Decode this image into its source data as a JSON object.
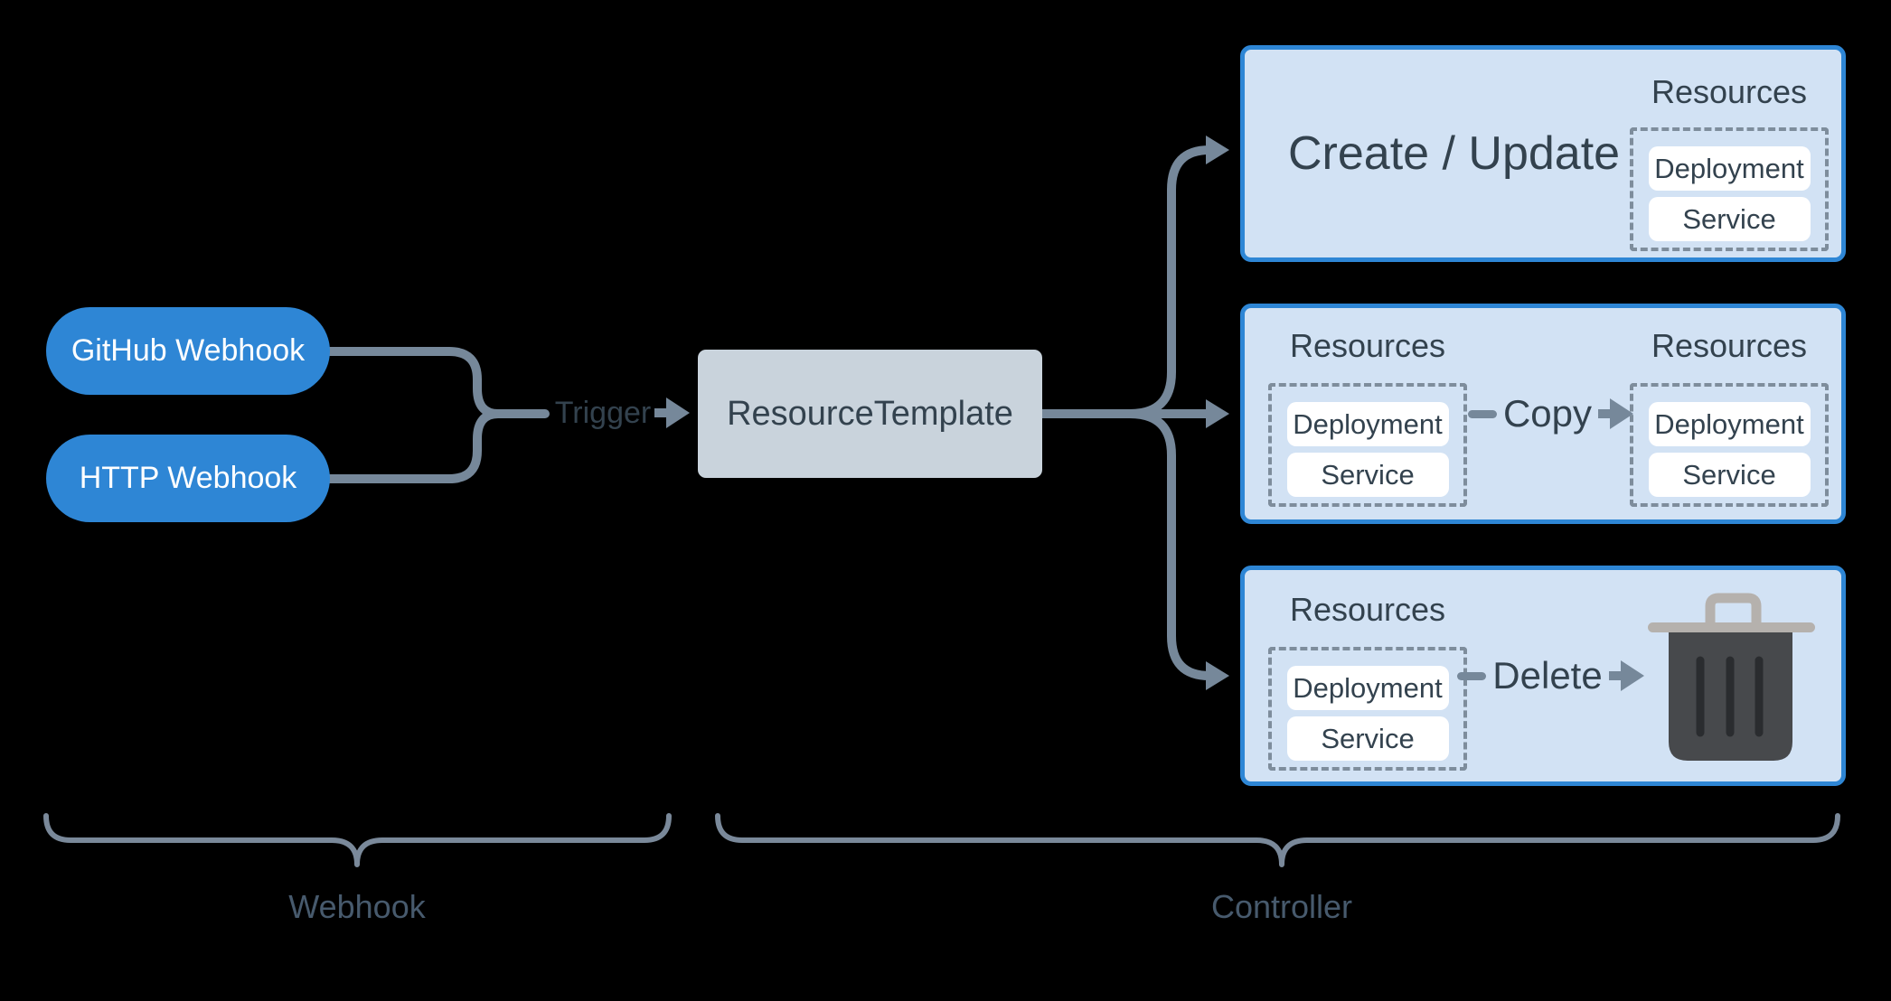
{
  "webhook_sources": [
    {
      "label": "GitHub Webhook"
    },
    {
      "label": "HTTP Webhook"
    }
  ],
  "trigger": {
    "label": "Trigger"
  },
  "template": {
    "label": "ResourceTemplate"
  },
  "controller": {
    "create_box": {
      "title": "Create / Update",
      "resources": {
        "label": "Resources",
        "items": [
          "Deployment",
          "Service"
        ]
      }
    },
    "copy_box": {
      "verb": "Copy",
      "source": {
        "label": "Resources",
        "items": [
          "Deployment",
          "Service"
        ]
      },
      "target": {
        "label": "Resources",
        "items": [
          "Deployment",
          "Service"
        ]
      }
    },
    "delete_box": {
      "verb": "Delete",
      "source": {
        "label": "Resources",
        "items": [
          "Deployment",
          "Service"
        ]
      },
      "trash_icon": "trash-icon"
    }
  },
  "groups": {
    "webhook_label": "Webhook",
    "controller_label": "Controller"
  },
  "colors": {
    "background": "#000000",
    "accent_blue": "#2E86D5",
    "action_box_fill": "#D2E2F4",
    "template_fill": "#C9D3DC",
    "connector_gray": "#76889A",
    "dashed_border": "#7E8D9C",
    "text_dark": "#33424E",
    "chip_bg": "#FFFFFF",
    "brace": "#7A899A",
    "group_label_text": "#475A6D",
    "trash_body": "#47494C",
    "trash_lid": "#B5B1AD",
    "trash_stripe": "#2A2C2F"
  }
}
